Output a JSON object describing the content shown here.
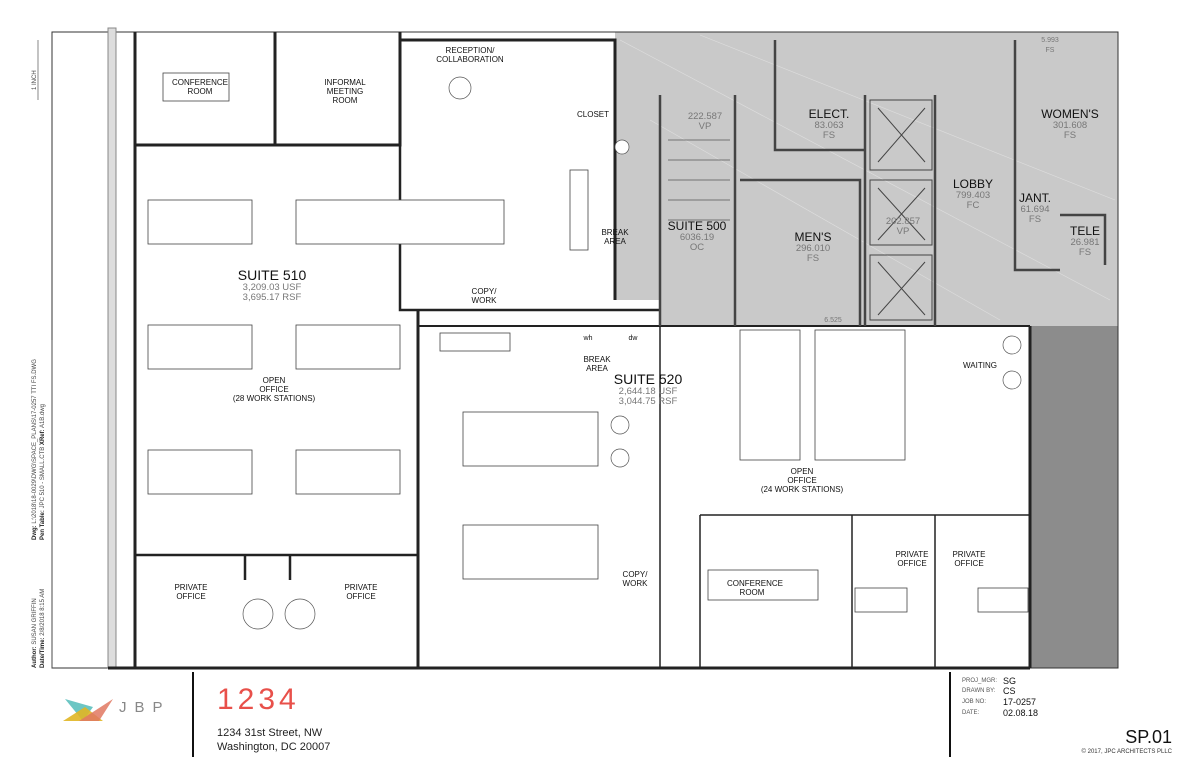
{
  "sheet": {
    "margin_scale": "1 INCH",
    "author_label": "Author:",
    "author": "SUSAN GRIFFIN",
    "datetime_label": "Date/Time:",
    "datetime": "2/8/2018 8:15 AM",
    "dwg_label": "Dwg:",
    "dwg": "L:\\2018\\18-0029\\DWG\\SPACE_PLANS\\17-0257 TTI FS.DWG",
    "pen_label": "Pen Table:",
    "pen": "JPC 510 - SMALL.CTB",
    "xref_label": "XRef:",
    "xref": "A1B.dwg"
  },
  "rooms": {
    "conference_room_510": "CONFERENCE ROOM",
    "informal_meeting": "INFORMAL MEETING ROOM",
    "reception": "RECEPTION/ COLLABORATION",
    "closet": "CLOSET",
    "break_area_510": "BREAK AREA",
    "copy_work_510": "COPY/ WORK",
    "suite_510": {
      "name": "SUITE 510",
      "usf": "3,209.03 USF",
      "rsf": "3,695.17 RSF"
    },
    "open_office_510": "OPEN OFFICE",
    "workstations_510": "(28 WORK STATIONS)",
    "private_office_1": "PRIVATE OFFICE",
    "private_office_2": "PRIVATE OFFICE",
    "suite_500": {
      "name": "SUITE 500",
      "area": "6036.19",
      "code": "OC"
    },
    "stair": {
      "area": "222.587",
      "code": "VP"
    },
    "elect": {
      "name": "ELECT.",
      "area": "83.063",
      "code": "FS"
    },
    "mens": {
      "name": "MEN'S",
      "area": "296.010",
      "code": "FS"
    },
    "elevator": {
      "area": "202.857",
      "code": "VP"
    },
    "lobby": {
      "name": "LOBBY",
      "area": "799.403",
      "code": "FC"
    },
    "womens": {
      "name": "WOMEN'S",
      "area": "301.608",
      "code": "FS"
    },
    "jant": {
      "name": "JANT.",
      "area": "61.694",
      "code": "FS"
    },
    "tele": {
      "name": "TELE",
      "area": "26.981",
      "code": "FS"
    },
    "top_right": {
      "area": "5.993",
      "code": "FS"
    },
    "shaft": {
      "area": "6.525"
    },
    "break_area_520": "BREAK AREA",
    "appliances": [
      "wh",
      "dw"
    ],
    "suite_520": {
      "name": "SUITE 520",
      "usf": "2,644.18 USF",
      "rsf": "3,044.75 RSF"
    },
    "waiting": "WAITING",
    "open_office_520": "OPEN OFFICE",
    "workstations_520": "(24 WORK STATIONS)",
    "copy_work_520": "COPY/ WORK",
    "conference_room_520": "CONFERENCE ROOM",
    "private_office_3": "PRIVATE OFFICE",
    "private_office_4": "PRIVATE OFFICE"
  },
  "title_block": {
    "logo_text": "JBP",
    "project_number": "1234",
    "address_line1": "1234 31st Street, NW",
    "address_line2": "Washington, DC 20007",
    "proj_mgr_label": "PROJ_MGR:",
    "proj_mgr": "SG",
    "drawn_by_label": "DRAWN BY:",
    "drawn_by": "CS",
    "job_no_label": "JOB NO:",
    "job_no": "17-0257",
    "date_label": "DATE:",
    "date": "02.08.18",
    "sheet_number": "SP.01",
    "copyright": "© 2017, JPC ARCHITECTS PLLC"
  },
  "colors": {
    "accent": "#e8504a",
    "core_grey": "#c8c8c8",
    "dark_grey": "#8a8a8a"
  }
}
